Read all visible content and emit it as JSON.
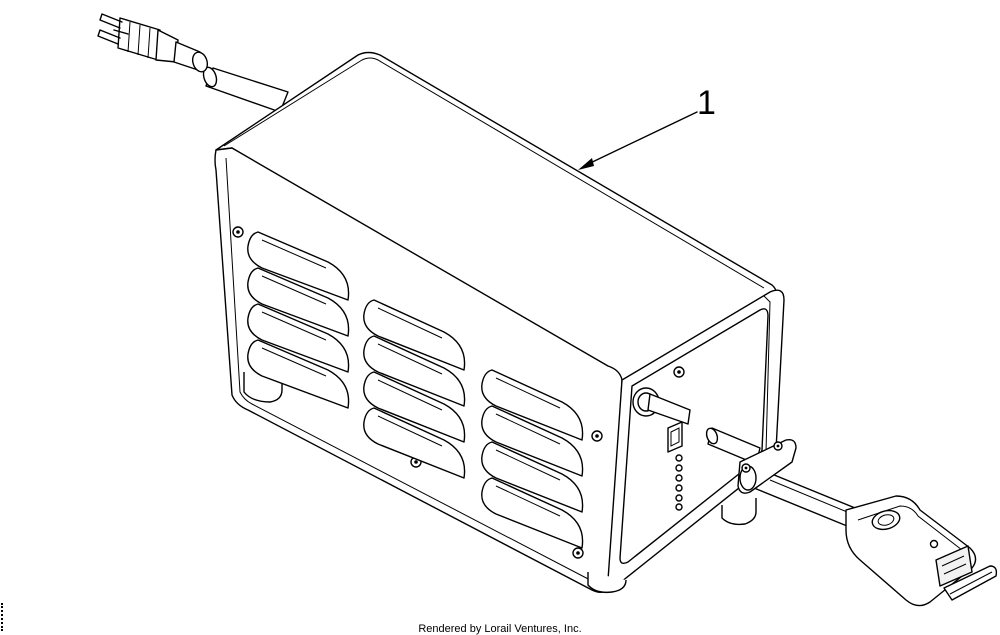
{
  "callout": {
    "number": "1"
  },
  "footer": {
    "text": "Rendered by Lorail Ventures, Inc."
  },
  "parts": [
    {
      "id": "1",
      "name": "battery-charger-assembly"
    }
  ],
  "colors": {
    "line": "#000000",
    "background": "#ffffff"
  }
}
